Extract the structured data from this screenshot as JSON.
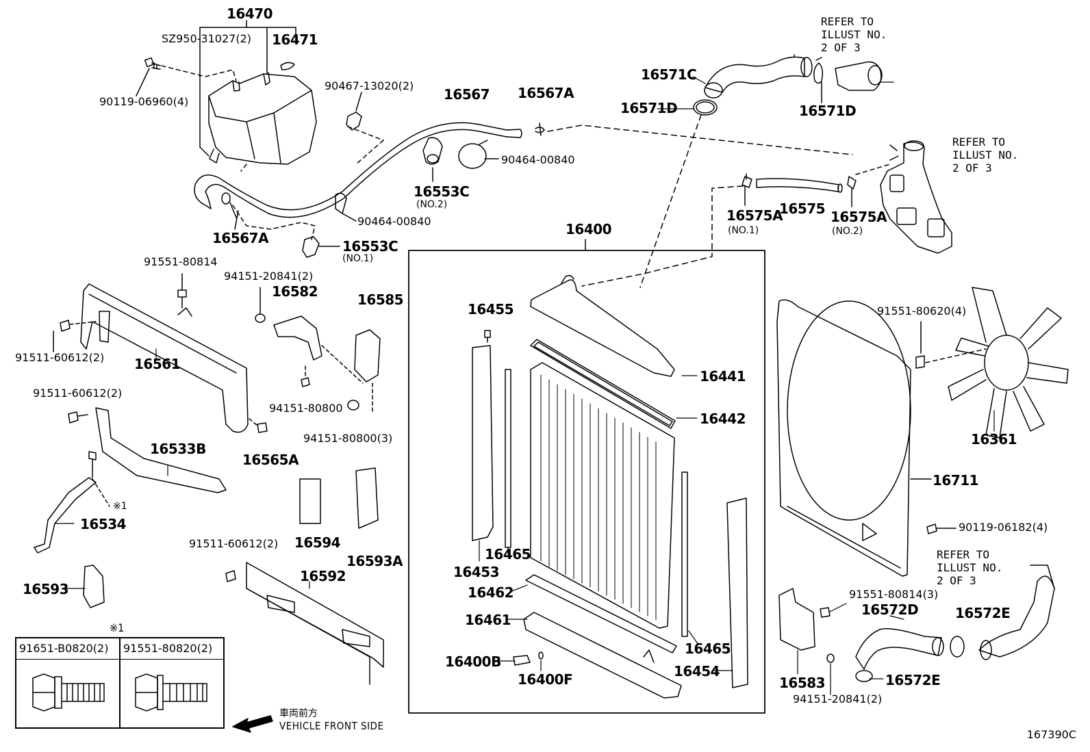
{
  "labels": {
    "p16470": "16470",
    "p16471": "16471",
    "sz950": "SZ950-31027(2)",
    "b90119_06960": "90119-06960(4)",
    "b90467": "90467-13020(2)",
    "p16567": "16567",
    "p16567a_top": "16567A",
    "b90464_a": "90464-00840",
    "b90464_b": "90464-00840",
    "p16553c": "16553C",
    "p16553c_note": "(NO.2)",
    "p16567a_bot": "16567A",
    "p16553c_b": "16553C",
    "p16553c_b_note": "(NO.1)",
    "p16571c": "16571C",
    "p16571d_l": "16571D",
    "p16571d_r": "16571D",
    "p16575a_l": "16575A",
    "p16575a_l_note": "(NO.1)",
    "p16575": "16575",
    "p16575a_r": "16575A",
    "p16575a_r_note": "(NO.2)",
    "p16400": "16400",
    "b91551_80814": "91551-80814",
    "b94151_20841_top": "94151-20841(2)",
    "p16582": "16582",
    "p16585": "16585",
    "b91511_a": "91511-60612(2)",
    "p16561": "16561",
    "b91511_b": "91511-60612(2)",
    "b94151_80800": "94151-80800",
    "b94151_80800_3": "94151-80800(3)",
    "p16565a": "16565A",
    "p16533b": "16533B",
    "p16534": "16534",
    "mark1": "※1",
    "b91511_c": "91511-60612(2)",
    "p16594": "16594",
    "p16593a": "16593A",
    "p16592": "16592",
    "p16593": "16593",
    "p16455": "16455",
    "p16441": "16441",
    "p16442": "16442",
    "p16465_l": "16465",
    "p16453": "16453",
    "p16462": "16462",
    "p16461": "16461",
    "p16400b": "16400B",
    "p16400f": "16400F",
    "p16465_r": "16465",
    "p16454": "16454",
    "b91551_80620": "91551-80620(4)",
    "p16361": "16361",
    "p16711": "16711",
    "b90119_06182": "90119-06182(4)",
    "b91551_80814_3": "91551-80814(3)",
    "p16572d": "16572D",
    "p16572e_r": "16572E",
    "p16583": "16583",
    "p16572e_b": "16572E",
    "b94151_20841_bot": "94151-20841(2)"
  },
  "refers": {
    "r1": "REFER TO\nILLUST NO.\n2 OF 3",
    "r2": "REFER TO\nILLUST NO.\n2 OF 3",
    "r3": "REFER TO\nILLUST NO.\n2 OF 3"
  },
  "table": {
    "mark": "※1",
    "col1": "91651-B0820(2)",
    "col2": "91551-80820(2)"
  },
  "front": {
    "jp": "車両前方",
    "en": "VEHICLE FRONT SIDE"
  },
  "illust_code": "167390C"
}
